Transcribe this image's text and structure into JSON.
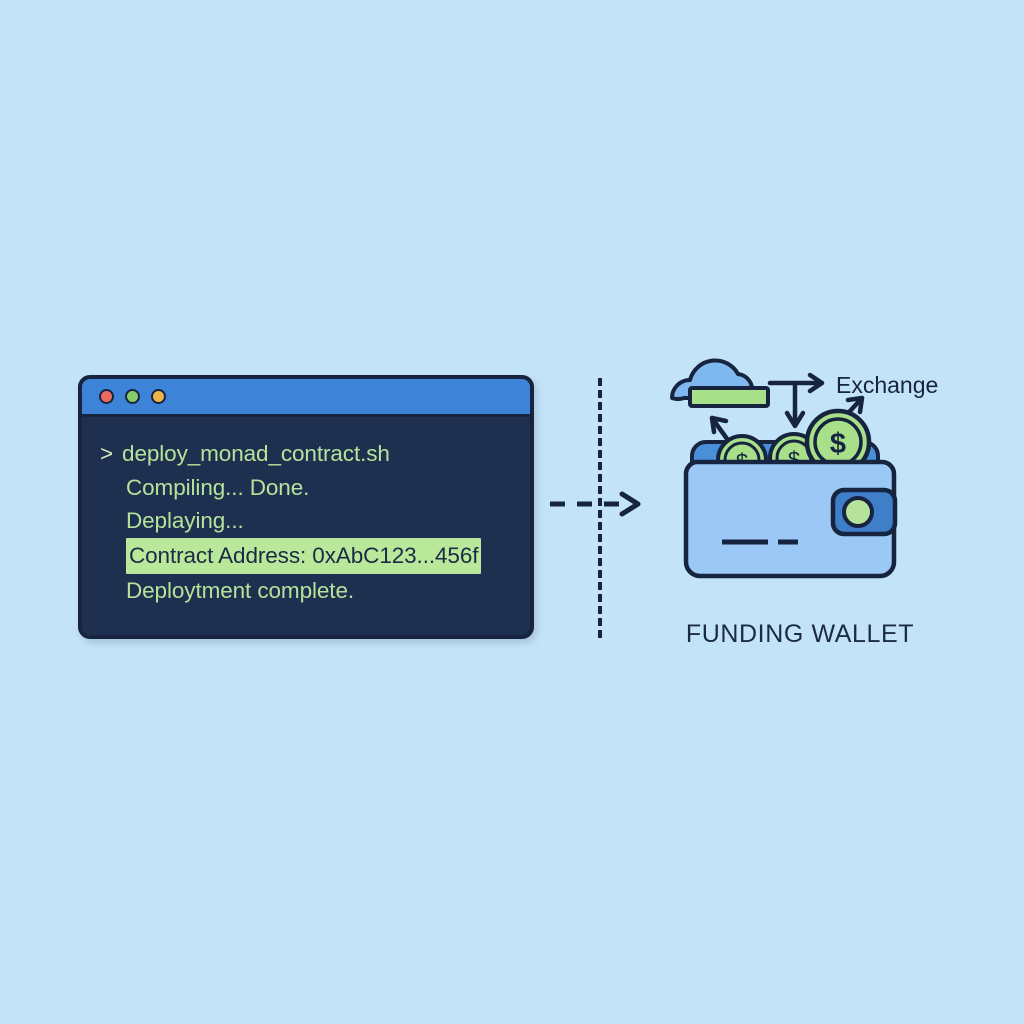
{
  "background_color": "#c3e3f8",
  "terminal": {
    "window_controls": [
      {
        "name": "close",
        "color": "#ec6a60"
      },
      {
        "name": "minimize",
        "color": "#86cd6a"
      },
      {
        "name": "maximize",
        "color": "#edb44a"
      }
    ],
    "title_bar_color": "#3d84d8",
    "body_color": "#1e2f50",
    "text_color": "#b5e39a",
    "highlight_color": "#b9e89a",
    "prompt_symbol": ">",
    "lines": [
      {
        "text": "deploy_monad_contract.sh",
        "prompt": true,
        "highlight": false
      },
      {
        "text": "Compiling... Done.",
        "prompt": false,
        "highlight": false
      },
      {
        "text": "Deplaying...",
        "prompt": false,
        "highlight": false
      },
      {
        "text": "Contract Address: 0xAbC123...456f",
        "prompt": false,
        "highlight": true
      },
      {
        "text": "Deploytment complete.",
        "prompt": false,
        "highlight": false
      }
    ]
  },
  "divider": {
    "style": "vertical-dashed",
    "color": "#17243f"
  },
  "flow_arrow": {
    "style": "horizontal-dashed-arrow",
    "direction": "right",
    "color": "#17243f"
  },
  "wallet": {
    "caption": "FUNDING WALLET",
    "exchange_label": "Exchange",
    "body_color": "#9cc8f5",
    "pocket_color": "#4a90d9",
    "clasp_color": "#3f7fc9",
    "clasp_button_color": "#b5e39a",
    "coin_color": "#a8e08a",
    "cloud_color": "#7fb8ee",
    "cloud_bar_color": "#a8e08a",
    "outline_color": "#17243f",
    "coin_symbol": "$",
    "coin_count": 3
  }
}
